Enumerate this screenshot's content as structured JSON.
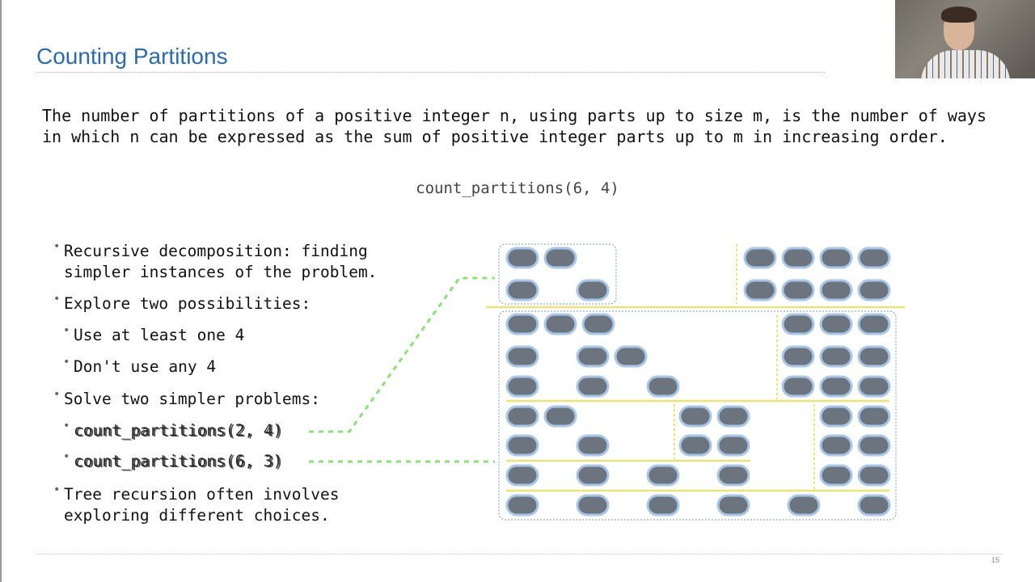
{
  "slide": {
    "title": "Counting Partitions",
    "intro": "The number of partitions of a positive integer n, using parts up to size m, is the number of ways in which n can be expressed as the sum of positive integer parts up to m in increasing order.",
    "call": "count_partitions(6, 4)",
    "bullets": {
      "b1": "Recursive decomposition: finding\nsimpler instances of the problem.",
      "b2": "Explore two possibilities:",
      "b2a": "Use at least one 4",
      "b2b": "Don't use any 4",
      "b3": "Solve two simpler problems:",
      "b3a": "count_partitions(2, 4)",
      "b3a_overlap": "count_partitions(2, 4)",
      "b3b": "count_partitions(6, 3)",
      "b3b_overlap": "count_partitions(6, 3)",
      "b4": "Tree recursion often involves\nexploring different choices."
    },
    "page_number": "15"
  },
  "colors": {
    "title": "#2f6aa6",
    "dot": "#8fdc7c",
    "yellow": "#e8e37a",
    "pill_fill": "#6c7480",
    "pill_stroke": "#aac6e6"
  },
  "icons": {
    "presenter": "presenter-webcam"
  }
}
